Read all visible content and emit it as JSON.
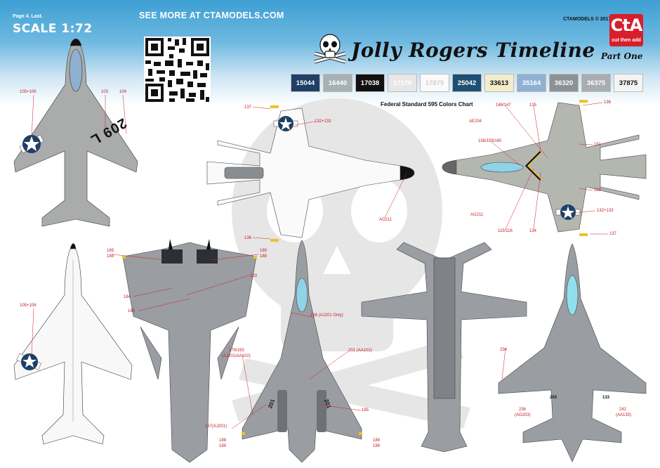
{
  "header": {
    "page_label": "Page 4. Last.",
    "scale": "SCALE 1:72",
    "website": "SEE MORE AT CTAMODELS.COM",
    "copyright": "CTAMODELS © 2017"
  },
  "logo": {
    "big": "CtA",
    "tagline": "cut then add"
  },
  "title": {
    "main": "Jolly Rogers Timeline",
    "part": "Part One"
  },
  "colors_chart_label": "Federal Standard 595 Colors Chart",
  "swatches": [
    {
      "code": "15044",
      "bg": "#1f3f66",
      "fg": "#ffffff"
    },
    {
      "code": "16440",
      "bg": "#a7b0b3",
      "fg": "#ffffff"
    },
    {
      "code": "17038",
      "bg": "#111111",
      "fg": "#ffffff"
    },
    {
      "code": "17178",
      "bg": "#e7e7e7",
      "fg": "#ffffff"
    },
    {
      "code": "17875",
      "bg": "#fafafa",
      "fg": "#cfcfcf"
    },
    {
      "code": "25042",
      "bg": "#1f4f73",
      "fg": "#ffffff"
    },
    {
      "code": "33613",
      "bg": "#f3eccb",
      "fg": "#111111"
    },
    {
      "code": "35164",
      "bg": "#8fb1d4",
      "fg": "#ffffff"
    },
    {
      "code": "36320",
      "bg": "#8c9196",
      "fg": "#ffffff"
    },
    {
      "code": "36375",
      "bg": "#a9adb1",
      "fg": "#ffffff"
    },
    {
      "code": "37875",
      "bg": "#f4f4f4",
      "fg": "#111111"
    }
  ],
  "labels": {
    "f9_top_105": "105+106",
    "f9_top_103": "103",
    "f9_top_104": "104",
    "f9_top_code": "209 L",
    "f9_bot_105": "105+106",
    "f4b_137a": "137",
    "f4b_132": "132+133",
    "f4b_136": "136",
    "f4b_ag": "AG211",
    "f4t_148": "148/147",
    "f4t_135": "135",
    "f4t_136": "136",
    "f4t_ae": "AE204",
    "f4t_158": "158/159/160",
    "f4t_151": "151",
    "f4t_129": "129",
    "f4t_132": "132+133",
    "f4t_ag": "AG211",
    "f4t_115": "115/116",
    "f4t_134": "134",
    "f4t_137": "137",
    "f14b_189a": "189",
    "f14b_188a": "188",
    "f14b_189b": "189",
    "f14b_188b": "188",
    "f14b_183": "183",
    "f14b_184": "184",
    "f14b_185": "185",
    "f14t_168": "168 (AJ201 Only)",
    "f14t_179": "179/193",
    "f14t_179b": "(AJ201/AA102)",
    "f14t_201": "201 (AA102)",
    "f14t_185": "185",
    "f14t_167": "167(AJ201)",
    "f14t_188a": "188",
    "f14t_189a": "189",
    "f14t_188b": "188",
    "f14t_189b": "189",
    "f14t_mod_l": "201",
    "f14t_mod_r": "201",
    "f18_234": "234",
    "f18_203": "203",
    "f18_133": "133",
    "f18_236": "236",
    "f18_236b": "(AG203)",
    "f18_242": "242",
    "f18_242b": "(AA133)"
  }
}
